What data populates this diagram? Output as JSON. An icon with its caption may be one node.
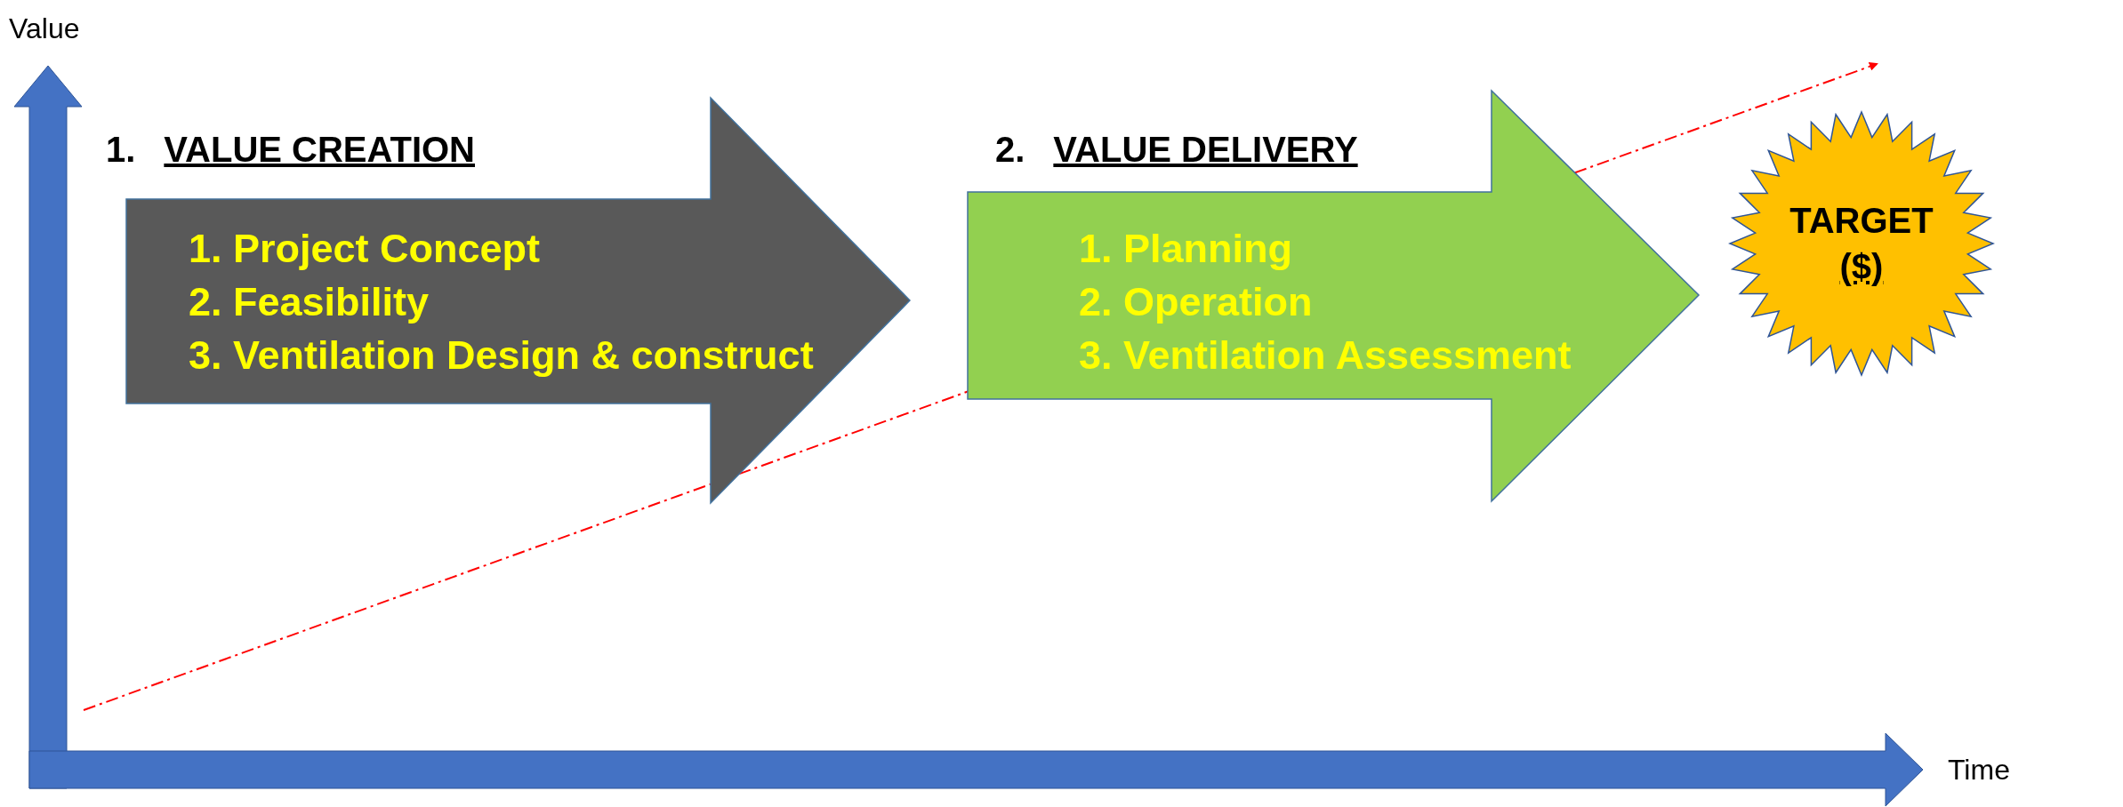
{
  "diagram": {
    "nodes": [
      {
        "text": [
          "1.",
          "VALUE CREATION",
          "1. Project Concept",
          "2. Feasibility",
          "3. Ventilation Design & construct"
        ]
      },
      {
        "text": [
          "2.",
          "VALUE DELIVERY",
          "1. Planning",
          "2. Operation",
          "3. Ventilation Assessment"
        ]
      },
      {
        "text": [
          "TARGET",
          "($)"
        ]
      }
    ],
    "labels": [
      "Value",
      "Time"
    ]
  }
}
